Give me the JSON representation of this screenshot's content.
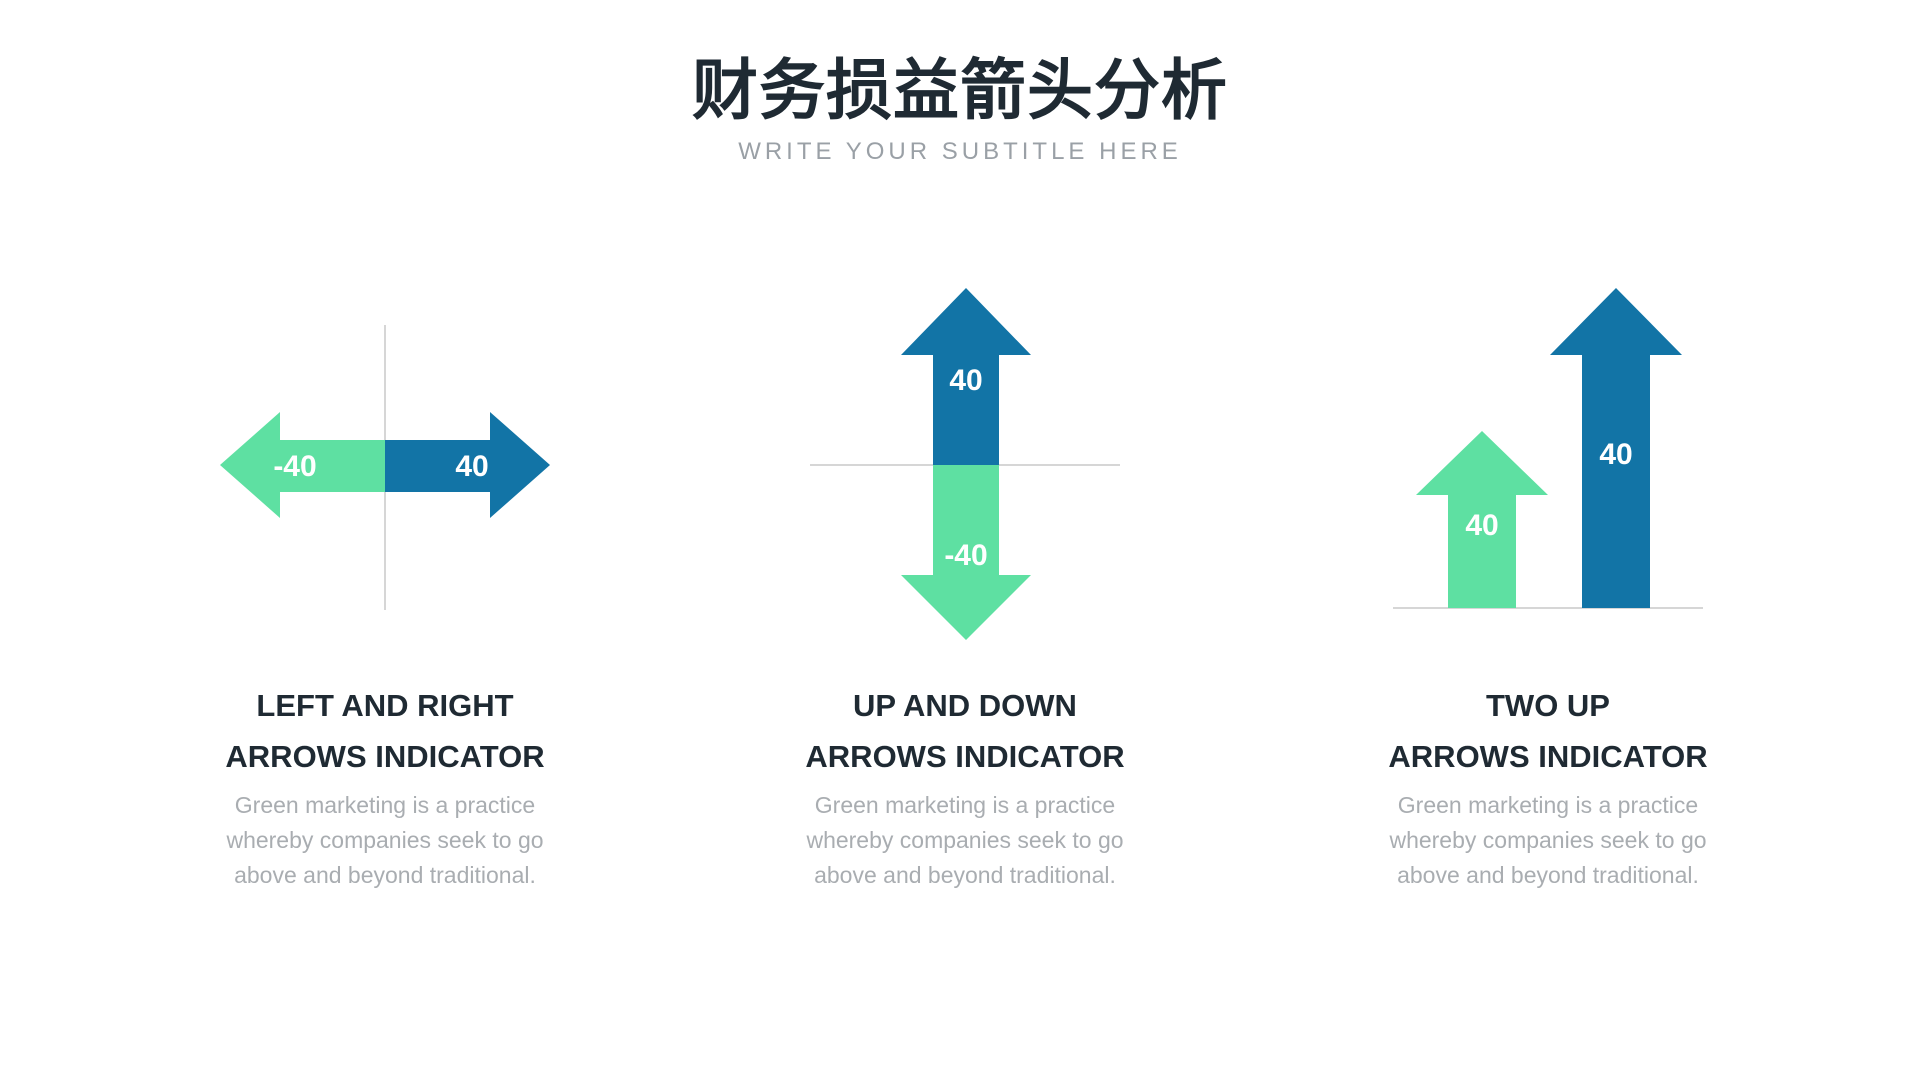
{
  "header": {
    "title": "财务损益箭头分析",
    "subtitle": "WRITE YOUR SUBTITLE HERE"
  },
  "colors": {
    "blue": "#1274a6",
    "green": "#5ee0a2",
    "axis": "#d6d6d6",
    "title_text": "#1f2a33",
    "muted_text": "#a9adb1"
  },
  "panels": [
    {
      "type": "left-right",
      "left_value": "-40",
      "right_value": "40",
      "title_line1": "LEFT AND RIGHT",
      "title_line2": "ARROWS INDICATOR",
      "desc_line1": "Green marketing is a practice",
      "desc_line2": "whereby companies seek to go",
      "desc_line3": "above and beyond traditional."
    },
    {
      "type": "up-down",
      "up_value": "40",
      "down_value": "-40",
      "title_line1": "UP AND DOWN",
      "title_line2": "ARROWS INDICATOR",
      "desc_line1": "Green marketing is a practice",
      "desc_line2": "whereby companies seek to go",
      "desc_line3": "above and beyond traditional."
    },
    {
      "type": "two-up",
      "small_value": "40",
      "tall_value": "40",
      "title_line1": "TWO UP",
      "title_line2": "ARROWS INDICATOR",
      "desc_line1": "Green marketing is a practice",
      "desc_line2": "whereby companies seek to go",
      "desc_line3": "above and beyond traditional."
    }
  ]
}
